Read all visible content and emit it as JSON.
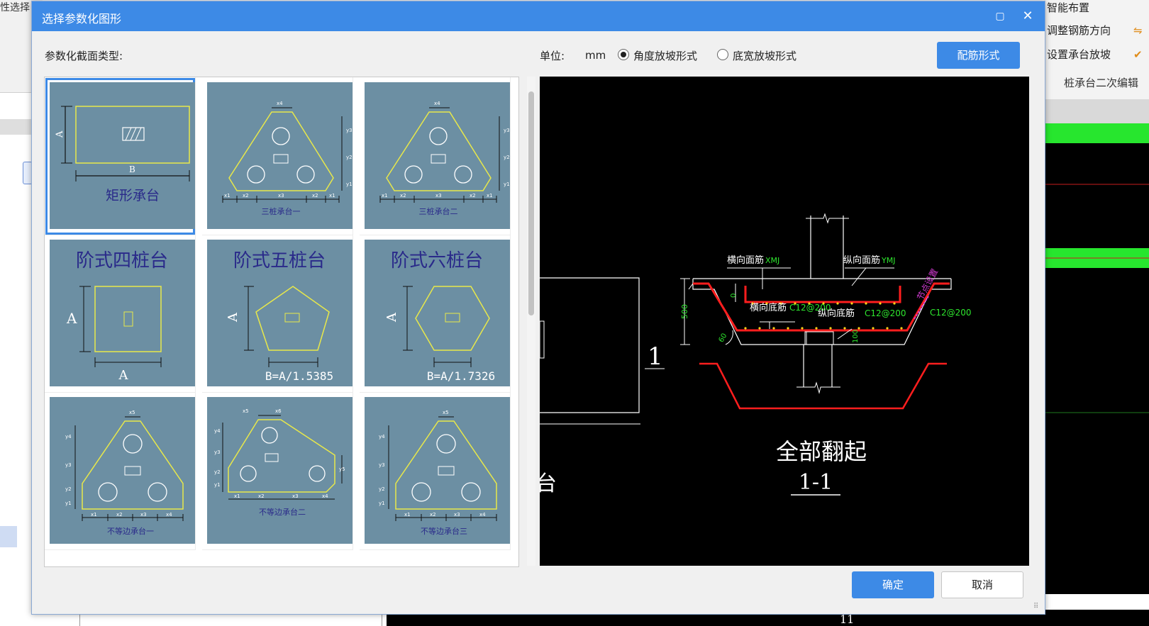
{
  "app": {
    "left_title": "性选择",
    "ribbon_items": [
      "智能布置",
      "调整钢筋方向",
      "设置承台放坡"
    ],
    "ribbon_group": "桩承台二次编辑",
    "axis_label": "11"
  },
  "dialog": {
    "title": "选择参数化图形",
    "section_label": "参数化截面类型:",
    "unit_label": "单位:",
    "unit_value": "mm",
    "radio_angle": "角度放坡形式",
    "radio_width": "底宽放坡形式",
    "radio_selected": "angle",
    "rebar_button": "配筋形式",
    "ok": "确定",
    "cancel": "取消"
  },
  "shapes": [
    {
      "label": "矩形承台",
      "dims": [
        "A",
        "B"
      ],
      "selected": true
    },
    {
      "label": "三桩承台一",
      "dims": [
        "x4",
        "y3",
        "y2",
        "y1",
        "x1",
        "x2",
        "x3",
        "x2",
        "x1"
      ]
    },
    {
      "label": "三桩承台二",
      "dims": [
        "x4",
        "y3",
        "y2",
        "y1",
        "x1",
        "x2",
        "x3",
        "x2",
        "x1"
      ]
    },
    {
      "label": "阶式四桩台",
      "dims": [
        "A",
        "A"
      ]
    },
    {
      "label": "阶式五桩台",
      "dims": [
        "A",
        "B=A/1.5385"
      ]
    },
    {
      "label": "阶式六桩台",
      "dims": [
        "A",
        "B=A/1.7326"
      ]
    },
    {
      "label": "不等边承台一",
      "dims": [
        "x5",
        "y4",
        "y3",
        "y2",
        "y1",
        "x1",
        "x2",
        "x3",
        "x4"
      ]
    },
    {
      "label": "不等边承台二",
      "dims": [
        "x5",
        "x6",
        "y4",
        "y3",
        "y2",
        "y1",
        "y5",
        "x1",
        "x2",
        "x3",
        "x4"
      ]
    },
    {
      "label": "不等边承台三",
      "dims": [
        "x5",
        "y4",
        "y3",
        "y2",
        "y1",
        "x1",
        "x2",
        "x3",
        "x4"
      ]
    }
  ],
  "preview": {
    "top_bar_label": "横向面筋",
    "top_bar_code": "XMJ",
    "top_bar2_label": "纵向面筋",
    "top_bar2_code": "YMJ",
    "bottom_bar_label": "横向底筋",
    "bottom_bar_code": "C12@200",
    "bottom_bar2_label": "纵向底筋",
    "bottom_bar2_code": "C12@200",
    "side_label": "C12@200",
    "slope_text": "节点设置",
    "dim_height": "500",
    "dim_cover": "0",
    "dim_angle": "60",
    "dim_bottom": "100",
    "section_mark": "1",
    "caption_main": "全部翻起",
    "caption_sub": "1-1",
    "left_partial_char": "台",
    "colors": {
      "rebar": "#ff1e1e",
      "dim": "#2ee62e",
      "slope": "#d23bd2"
    }
  }
}
